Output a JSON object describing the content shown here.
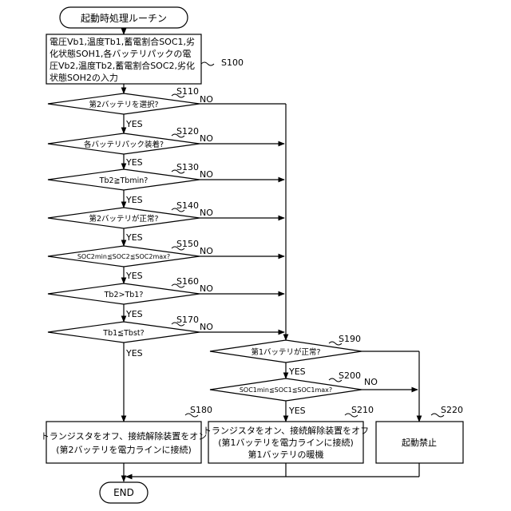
{
  "start_label": "起動時処理ルーチン",
  "end_label": "END",
  "yes": "YES",
  "no": "NO",
  "s100": {
    "step": "S100",
    "lines": [
      "電圧Vb1,温度Tb1,蓄電割合SOC1,劣",
      "化状態SOH1,各バッテリパックの電",
      "圧Vb2,温度Tb2,蓄電割合SOC2,劣化",
      "状態SOH2の入力"
    ]
  },
  "s110": {
    "step": "S110",
    "text": "第2バッテリを選択?"
  },
  "s120": {
    "step": "S120",
    "text": "各バッテリパック装着?"
  },
  "s130": {
    "step": "S130",
    "text": "Tb2≧Tbmin?"
  },
  "s140": {
    "step": "S140",
    "text": "第2バッテリが正常?"
  },
  "s150": {
    "step": "S150",
    "text": "SOC2min≦SOC2≦SOC2max?"
  },
  "s160": {
    "step": "S160",
    "text": "Tb2>Tb1?"
  },
  "s170": {
    "step": "S170",
    "text": "Tb1≦Tbst?"
  },
  "s190": {
    "step": "S190",
    "text": "第1バッテリが正常?"
  },
  "s200": {
    "step": "S200",
    "text": "SOC1min≦SOC1≦SOC1max?"
  },
  "s180": {
    "step": "S180",
    "lines": [
      "トランジスタをオフ、接続解除装置をオン",
      "(第2バッテリを電力ラインに接続)"
    ]
  },
  "s210": {
    "step": "S210",
    "lines": [
      "トランジスタをオン、接続解除装置をオフ",
      "(第1バッテリを電力ラインに接続)",
      "第1バッテリの暖機"
    ]
  },
  "s220": {
    "step": "S220",
    "text": "起動禁止"
  }
}
